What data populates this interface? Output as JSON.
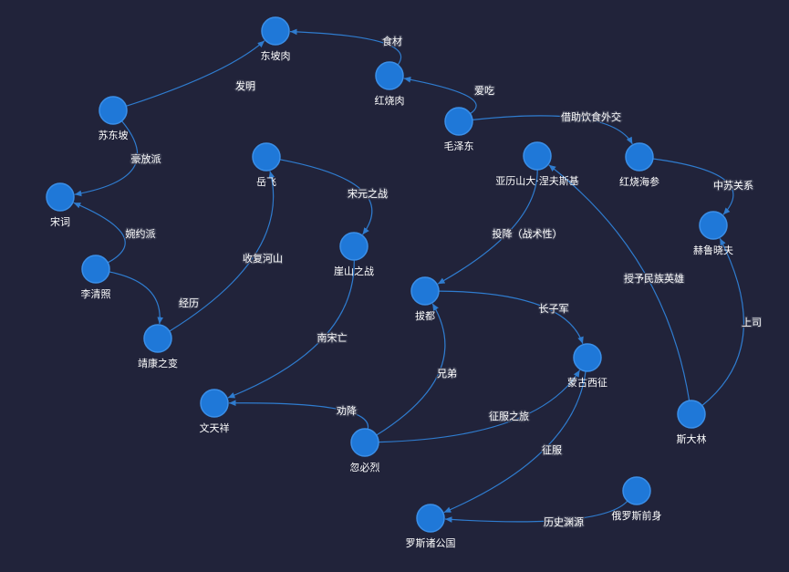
{
  "nodes": [
    {
      "id": "dongporou",
      "label": "东坡肉"
    },
    {
      "id": "hongshaorou",
      "label": "红烧肉"
    },
    {
      "id": "maozedong",
      "label": "毛泽东"
    },
    {
      "id": "sudongpo",
      "label": "苏东坡"
    },
    {
      "id": "songci",
      "label": "宋词"
    },
    {
      "id": "yuefei",
      "label": "岳飞"
    },
    {
      "id": "alexander",
      "label": "亚历山大·涅夫斯基"
    },
    {
      "id": "hongshaohaishen",
      "label": "红烧海参"
    },
    {
      "id": "heluxiaofu",
      "label": "赫鲁晓夫"
    },
    {
      "id": "liqingzhao",
      "label": "李清照"
    },
    {
      "id": "yashanzhizhan",
      "label": "崖山之战"
    },
    {
      "id": "badu",
      "label": "拔都"
    },
    {
      "id": "jingkang",
      "label": "靖康之变"
    },
    {
      "id": "mengguxizheng",
      "label": "蒙古西征"
    },
    {
      "id": "wentianxiang",
      "label": "文天祥"
    },
    {
      "id": "stalin",
      "label": "斯大林"
    },
    {
      "id": "hubilie",
      "label": "忽必烈"
    },
    {
      "id": "eluosiqianshen",
      "label": "俄罗斯前身"
    },
    {
      "id": "luosizhugongguo",
      "label": "罗斯诸公国"
    }
  ],
  "edges": [
    {
      "from": "hongshaorou",
      "to": "dongporou",
      "label": "食材"
    },
    {
      "from": "sudongpo",
      "to": "dongporou",
      "label": "发明"
    },
    {
      "from": "maozedong",
      "to": "hongshaorou",
      "label": "爱吃"
    },
    {
      "from": "maozedong",
      "to": "hongshaohaishen",
      "label": "借助饮食外交"
    },
    {
      "from": "sudongpo",
      "to": "songci",
      "label": "豪放派"
    },
    {
      "from": "liqingzhao",
      "to": "songci",
      "label": "婉约派"
    },
    {
      "from": "hongshaohaishen",
      "to": "heluxiaofu",
      "label": "中苏关系"
    },
    {
      "from": "yuefei",
      "to": "yashanzhizhan",
      "label": "宋元之战"
    },
    {
      "from": "alexander",
      "to": "badu",
      "label": "投降（战术性）"
    },
    {
      "from": "jingkang",
      "to": "yuefei",
      "label": "收复河山"
    },
    {
      "from": "liqingzhao",
      "to": "jingkang",
      "label": "经历"
    },
    {
      "from": "stalin",
      "to": "alexander",
      "label": "授予民族英雄"
    },
    {
      "from": "stalin",
      "to": "heluxiaofu",
      "label": "上司"
    },
    {
      "from": "badu",
      "to": "mengguxizheng",
      "label": "长子军"
    },
    {
      "from": "yashanzhizhan",
      "to": "wentianxiang",
      "label": "南宋亡"
    },
    {
      "from": "hubilie",
      "to": "badu",
      "label": "兄弟"
    },
    {
      "from": "hubilie",
      "to": "wentianxiang",
      "label": "劝降"
    },
    {
      "from": "hubilie",
      "to": "mengguxizheng",
      "label": "征服之旅"
    },
    {
      "from": "mengguxizheng",
      "to": "luosizhugongguo",
      "label": "征服"
    },
    {
      "from": "eluosiqianshen",
      "to": "luosizhugongguo",
      "label": "历史渊源"
    }
  ]
}
